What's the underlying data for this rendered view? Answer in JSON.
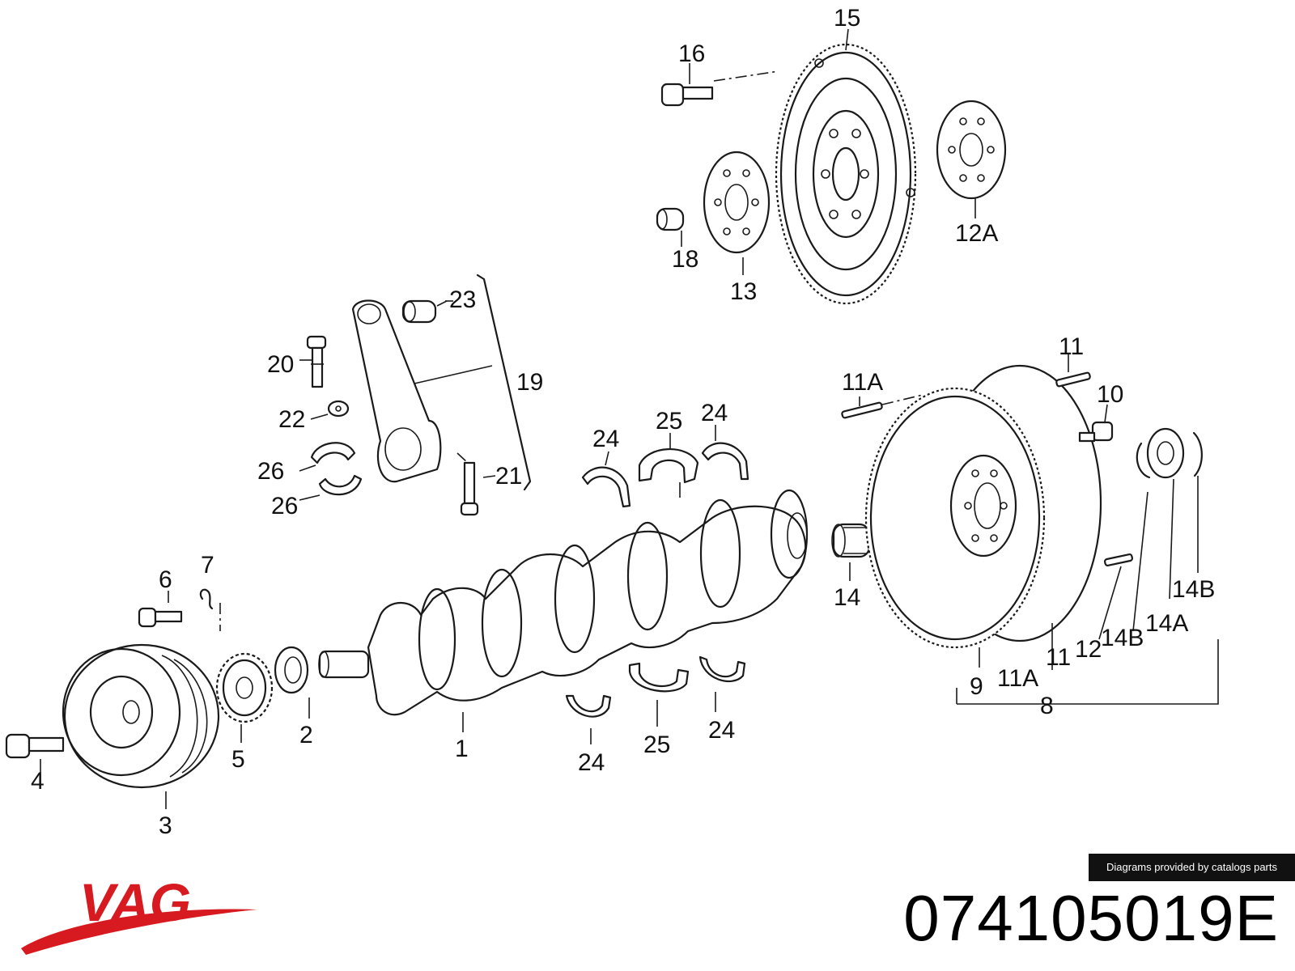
{
  "labels": {
    "l1": "1",
    "l2": "2",
    "l3": "3",
    "l4": "4",
    "l5": "5",
    "l6": "6",
    "l7": "7",
    "l8": "8",
    "l9": "9",
    "l10": "10",
    "l11a": "11",
    "l11b": "11",
    "l11A_a": "11A",
    "l11A_b": "11A",
    "l12": "12",
    "l12A": "12A",
    "l13": "13",
    "l14": "14",
    "l14A": "14A",
    "l14B_a": "14B",
    "l14B_b": "14B",
    "l15": "15",
    "l16": "16",
    "l18": "18",
    "l19": "19",
    "l20": "20",
    "l21": "21",
    "l22": "22",
    "l23": "23",
    "l24a": "24",
    "l24b": "24",
    "l24c": "24",
    "l24d": "24",
    "l25a": "25",
    "l25b": "25",
    "l26a": "26",
    "l26b": "26"
  },
  "footer": {
    "credit": "Diagrams provided by catalogs parts",
    "part_number": "074105019E",
    "brand": "VAG"
  },
  "colors": {
    "brand_red": "#d71920",
    "ink": "#1a1a1a"
  }
}
